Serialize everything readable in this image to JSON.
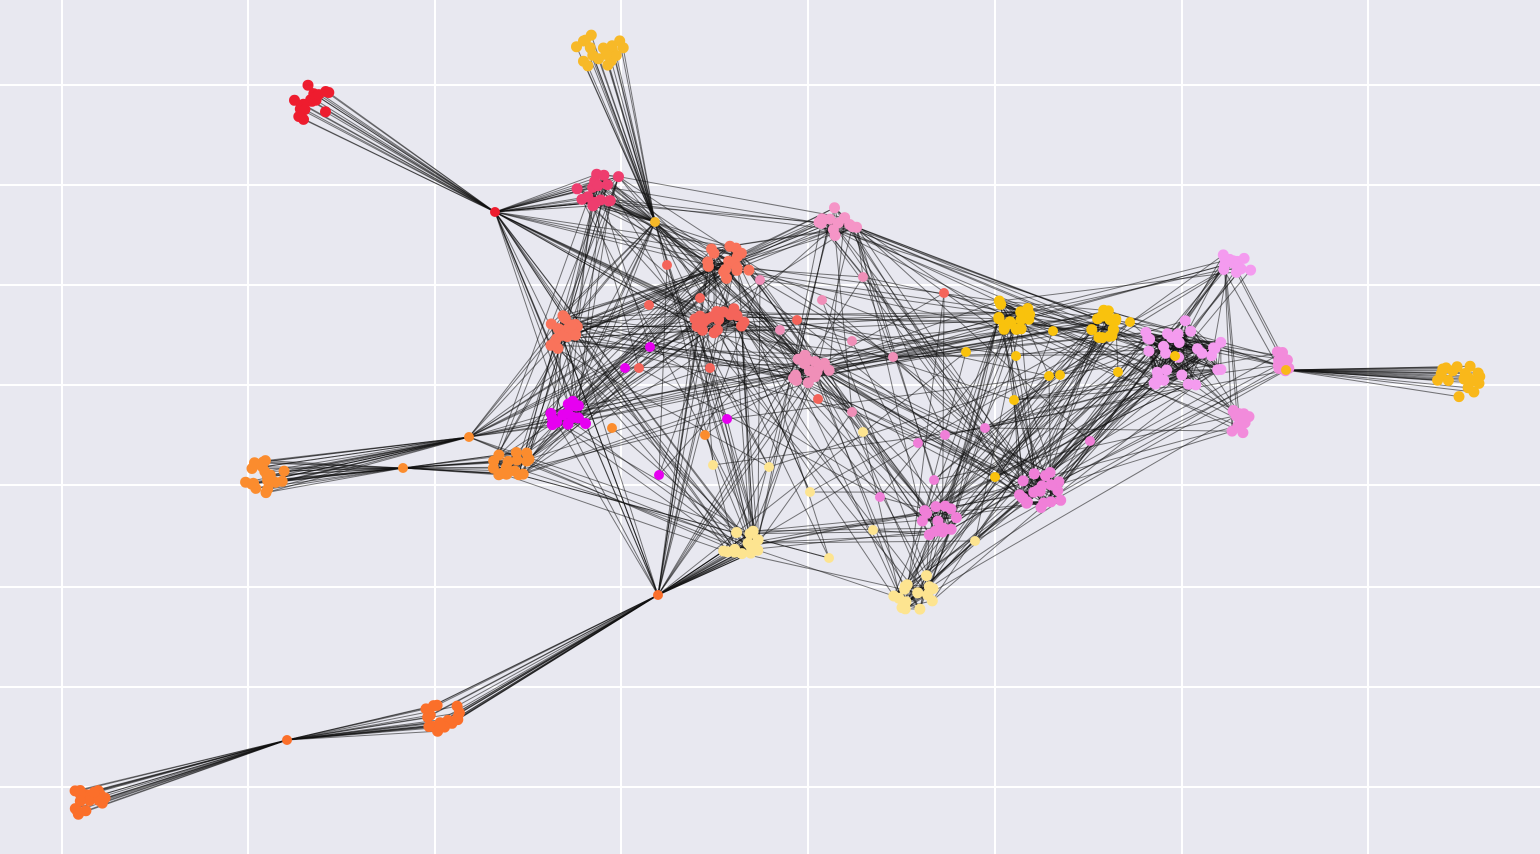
{
  "background_color": "#e8e8f0",
  "grid_color": "#ffffff",
  "edge_color": "#111111",
  "clusters": [
    {
      "id": "c-red-top",
      "color": "#ee1c2e",
      "size": 16
    },
    {
      "id": "c-gold-top",
      "color": "#f7b928",
      "size": 18
    },
    {
      "id": "c-pink-red",
      "color": "#ee3d6e",
      "size": 16
    },
    {
      "id": "c-salmon-left",
      "color": "#f9735b",
      "size": 18
    },
    {
      "id": "c-salmon-top",
      "color": "#f9735b",
      "size": 16
    },
    {
      "id": "c-salmon-center",
      "color": "#f4645a",
      "size": 20
    },
    {
      "id": "c-pink-top",
      "color": "#f595c7",
      "size": 14
    },
    {
      "id": "c-pink-center",
      "color": "#f08fb8",
      "size": 16
    },
    {
      "id": "c-magenta",
      "color": "#e600f0",
      "size": 14
    },
    {
      "id": "c-orange-left",
      "color": "#fb8c2e",
      "size": 18
    },
    {
      "id": "c-orange-mid",
      "color": "#fb8c2e",
      "size": 16
    },
    {
      "id": "c-orange-lower",
      "color": "#fb6f2a",
      "size": 18
    },
    {
      "id": "c-orange-bottom",
      "color": "#fb6f2a",
      "size": 18
    },
    {
      "id": "c-cream-left",
      "color": "#fde490",
      "size": 16
    },
    {
      "id": "c-cream-bottom",
      "color": "#fde490",
      "size": 16
    },
    {
      "id": "c-yellow-a",
      "color": "#f9c20d",
      "size": 16
    },
    {
      "id": "c-yellow-b",
      "color": "#f9c20d",
      "size": 14
    },
    {
      "id": "c-yellow-right",
      "color": "#f9b81a",
      "size": 18
    },
    {
      "id": "c-violet-right",
      "color": "#f49bef",
      "size": 30
    },
    {
      "id": "c-violet-top",
      "color": "#f49bef",
      "size": 14
    },
    {
      "id": "c-violet-a",
      "color": "#f28bdb",
      "size": 12
    },
    {
      "id": "c-violet-b",
      "color": "#f28bdb",
      "size": 12
    },
    {
      "id": "c-violet-mid",
      "color": "#f07fd8",
      "size": 20
    },
    {
      "id": "c-violet-low",
      "color": "#f07fd8",
      "size": 14
    }
  ],
  "hubs": [
    {
      "id": "h-red",
      "color": "#ee1c2e"
    },
    {
      "id": "h-gold",
      "color": "#f7b928"
    },
    {
      "id": "h-orange-1",
      "color": "#fb8c2e"
    },
    {
      "id": "h-orange-2",
      "color": "#fb8c2e"
    },
    {
      "id": "h-orange-3",
      "color": "#fb6f2a"
    },
    {
      "id": "h-orange-4",
      "color": "#fb6f2a"
    },
    {
      "id": "h-gold-right",
      "color": "#f9b81a"
    }
  ]
}
